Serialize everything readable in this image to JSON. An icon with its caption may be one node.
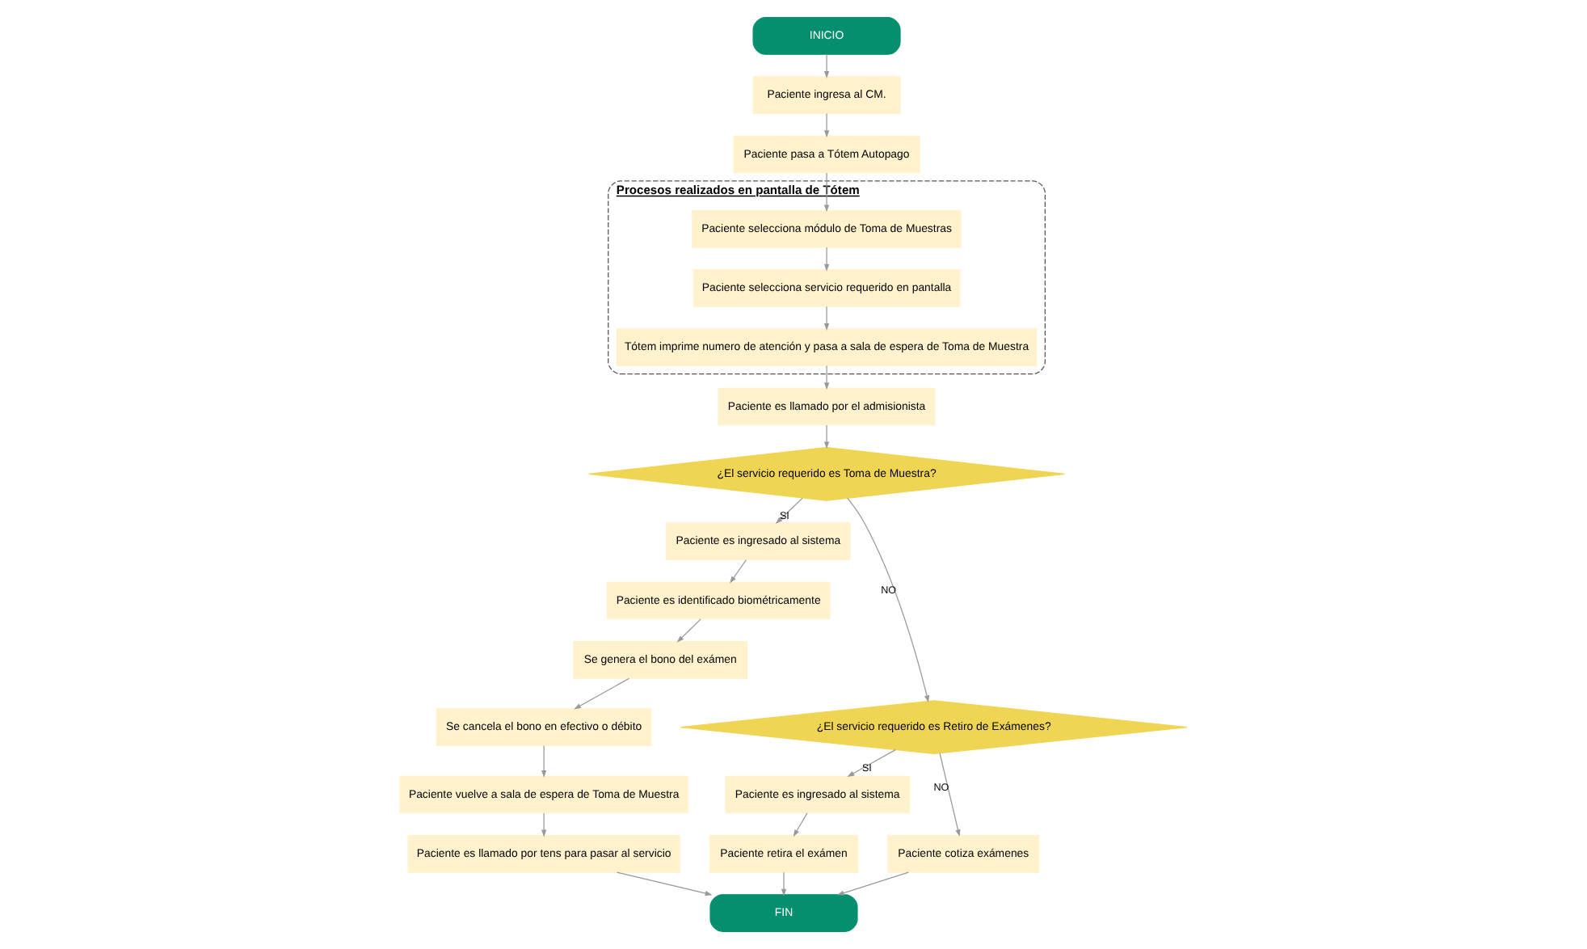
{
  "diagram": {
    "nodes": [
      {
        "text": [
          "INICIO"
        ]
      },
      {
        "text": [
          "Paciente ingresa al CM."
        ]
      },
      {
        "text": [
          "Paciente pasa a Tótem Autopago"
        ]
      },
      {
        "text": [
          "Procesos realizados en pantalla de Tótem"
        ]
      },
      {
        "text": [
          "Paciente selecciona módulo de Toma de Muestras"
        ],
        "in": 3
      },
      {
        "text": [
          "Paciente selecciona servicio requerido en pantalla"
        ],
        "in": 3
      },
      {
        "text": [
          "Tótem imprime numero de atención y pasa a sala de espera de Toma de Muestra"
        ],
        "in": 3
      },
      {
        "text": [
          "Paciente es llamado por el admisionista"
        ]
      },
      {
        "text": [
          "¿El servicio requerido es Toma de Muestra?"
        ]
      },
      {
        "text": [
          "Paciente es ingresado al sistema"
        ]
      },
      {
        "text": [
          "Paciente es identificado biométricamente"
        ]
      },
      {
        "text": [
          "Se genera el bono del exámen"
        ]
      },
      {
        "text": [
          "Se cancela el bono en efectivo o débito"
        ]
      },
      {
        "text": [
          "Paciente vuelve a sala de espera de Toma de Muestra"
        ]
      },
      {
        "text": [
          "Paciente es llamado por tens para pasar al servicio"
        ]
      },
      {
        "text": [
          "¿El servicio requerido es Retiro de Exámenes?"
        ]
      },
      {
        "text": [
          "Paciente es ingresado al sistema"
        ]
      },
      {
        "text": [
          "Paciente retira el exámen"
        ]
      },
      {
        "text": [
          "Paciente cotiza exámenes"
        ]
      },
      {
        "text": [
          "FIN"
        ]
      }
    ],
    "edges": [
      {
        "from": 0,
        "to": 1,
        "arrow": "to"
      },
      {
        "from": 1,
        "to": 2,
        "arrow": "to"
      },
      {
        "from": 2,
        "to": 4,
        "arrow": "to"
      },
      {
        "from": 4,
        "to": 5,
        "arrow": "to"
      },
      {
        "from": 5,
        "to": 6,
        "arrow": "to"
      },
      {
        "from": 6,
        "to": 7,
        "arrow": "to"
      },
      {
        "from": 7,
        "to": 8,
        "arrow": "to"
      },
      {
        "from": 8,
        "to": 9,
        "label": "SI",
        "arrow": "to"
      },
      {
        "from": 9,
        "to": 10,
        "arrow": "to"
      },
      {
        "from": 10,
        "to": 11,
        "arrow": "to"
      },
      {
        "from": 11,
        "to": 12,
        "arrow": "to"
      },
      {
        "from": 12,
        "to": 13,
        "arrow": "to"
      },
      {
        "from": 13,
        "to": 14,
        "arrow": "to"
      },
      {
        "from": 14,
        "to": 19,
        "arrow": "to"
      },
      {
        "from": 8,
        "to": 15,
        "label": "NO",
        "arrow": "to"
      },
      {
        "from": 15,
        "to": 16,
        "label": "SI",
        "arrow": "to"
      },
      {
        "from": 16,
        "to": 17,
        "arrow": "to"
      },
      {
        "from": 17,
        "to": 19,
        "arrow": "to"
      },
      {
        "from": 15,
        "to": 18,
        "label": "NO",
        "arrow": "to"
      },
      {
        "from": 18,
        "to": 19,
        "arrow": "to"
      }
    ]
  }
}
